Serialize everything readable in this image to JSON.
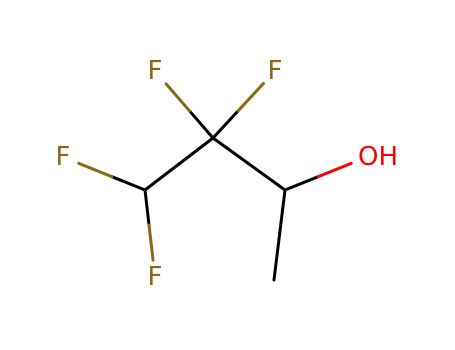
{
  "structure": {
    "atoms": [
      {
        "id": "F1",
        "label": "F",
        "element": "F"
      },
      {
        "id": "F2",
        "label": "F",
        "element": "F"
      },
      {
        "id": "F3",
        "label": "F",
        "element": "F"
      },
      {
        "id": "F4",
        "label": "F",
        "element": "F"
      },
      {
        "id": "O1",
        "label": "OH",
        "element": "O"
      },
      {
        "id": "C1",
        "label": "",
        "element": "C"
      },
      {
        "id": "C2",
        "label": "",
        "element": "C"
      },
      {
        "id": "C3",
        "label": "",
        "element": "C"
      },
      {
        "id": "C4",
        "label": "",
        "element": "C"
      }
    ],
    "bonds": [
      {
        "from": "C1",
        "to": "F3",
        "order": 1
      },
      {
        "from": "C1",
        "to": "F4",
        "order": 1
      },
      {
        "from": "C1",
        "to": "C2",
        "order": 1
      },
      {
        "from": "C2",
        "to": "F1",
        "order": 1
      },
      {
        "from": "C2",
        "to": "F2",
        "order": 1
      },
      {
        "from": "C2",
        "to": "C3",
        "order": 1
      },
      {
        "from": "C3",
        "to": "O1",
        "order": 1
      },
      {
        "from": "C3",
        "to": "C4",
        "order": 1
      }
    ]
  },
  "colors": {
    "bond": "#000000",
    "F": "#8b6914",
    "O": "#ff0000",
    "C": "#000000",
    "background": "#ffffff"
  }
}
